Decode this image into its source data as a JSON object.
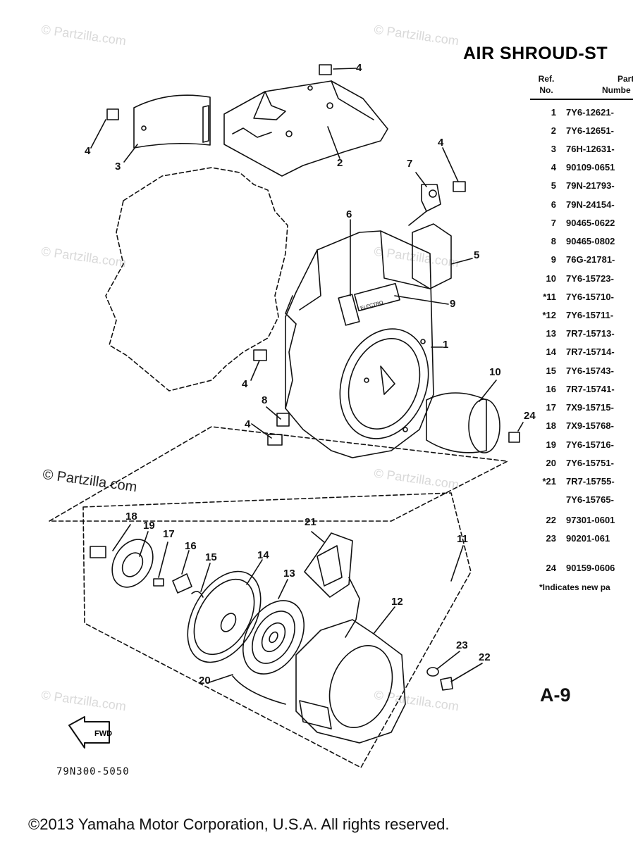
{
  "title": "AIR SHROUD-ST",
  "table": {
    "header_ref_1": "Ref.",
    "header_ref_2": "No.",
    "header_part_1": "Part",
    "header_part_2": "Numbe",
    "rows": [
      {
        "ref": "1",
        "part": "7Y6-12621-"
      },
      {
        "ref": "2",
        "part": "7Y6-12651-"
      },
      {
        "ref": "3",
        "part": "76H-12631-"
      },
      {
        "ref": "4",
        "part": "90109-0651"
      },
      {
        "ref": "5",
        "part": "79N-21793-"
      },
      {
        "ref": "6",
        "part": "79N-24154-"
      },
      {
        "ref": "7",
        "part": "90465-0622"
      },
      {
        "ref": "8",
        "part": "90465-0802"
      },
      {
        "ref": "9",
        "part": "76G-21781-"
      },
      {
        "ref": "10",
        "part": "7Y6-15723-"
      },
      {
        "ref": "*11",
        "part": "7Y6-15710-"
      },
      {
        "ref": "*12",
        "part": "7Y6-15711-"
      },
      {
        "ref": "13",
        "part": "7R7-15713-"
      },
      {
        "ref": "14",
        "part": "7R7-15714-"
      },
      {
        "ref": "15",
        "part": "7Y6-15743-"
      },
      {
        "ref": "16",
        "part": "7R7-15741-"
      },
      {
        "ref": "17",
        "part": "7X9-15715-"
      },
      {
        "ref": "18",
        "part": "7X9-15768-"
      },
      {
        "ref": "19",
        "part": "7Y6-15716-"
      },
      {
        "ref": "20",
        "part": "7Y6-15751-"
      },
      {
        "ref": "*21",
        "part": "7R7-15755-"
      },
      {
        "ref": "",
        "part": "7Y6-15765-"
      },
      {
        "ref": "22",
        "part": "97301-0601"
      },
      {
        "ref": "23",
        "part": "90201-061"
      },
      {
        "ref": "24",
        "part": "90159-0606"
      }
    ],
    "note": "*Indicates new pa"
  },
  "callouts": {
    "c1": "1",
    "c2": "2",
    "c3": "3",
    "c4a": "4",
    "c4b": "4",
    "c4c": "4",
    "c4d": "4",
    "c4e": "4",
    "c5": "5",
    "c6": "6",
    "c7": "7",
    "c8": "8",
    "c9": "9",
    "c10": "10",
    "c11": "11",
    "c12": "12",
    "c13": "13",
    "c14": "14",
    "c15": "15",
    "c16": "16",
    "c17": "17",
    "c18": "18",
    "c19": "19",
    "c20": "20",
    "c21": "21",
    "c22": "22",
    "c23": "23",
    "c24": "24"
  },
  "fwd_label": "FWD",
  "shroud_label": "ELECTRO",
  "page_code": "A-9",
  "diagram_code": "79N300-5050",
  "watermark": "© Partzilla.com",
  "copyright": "©2013 Yamaha Motor Corporation, U.S.A. All rights reserved."
}
